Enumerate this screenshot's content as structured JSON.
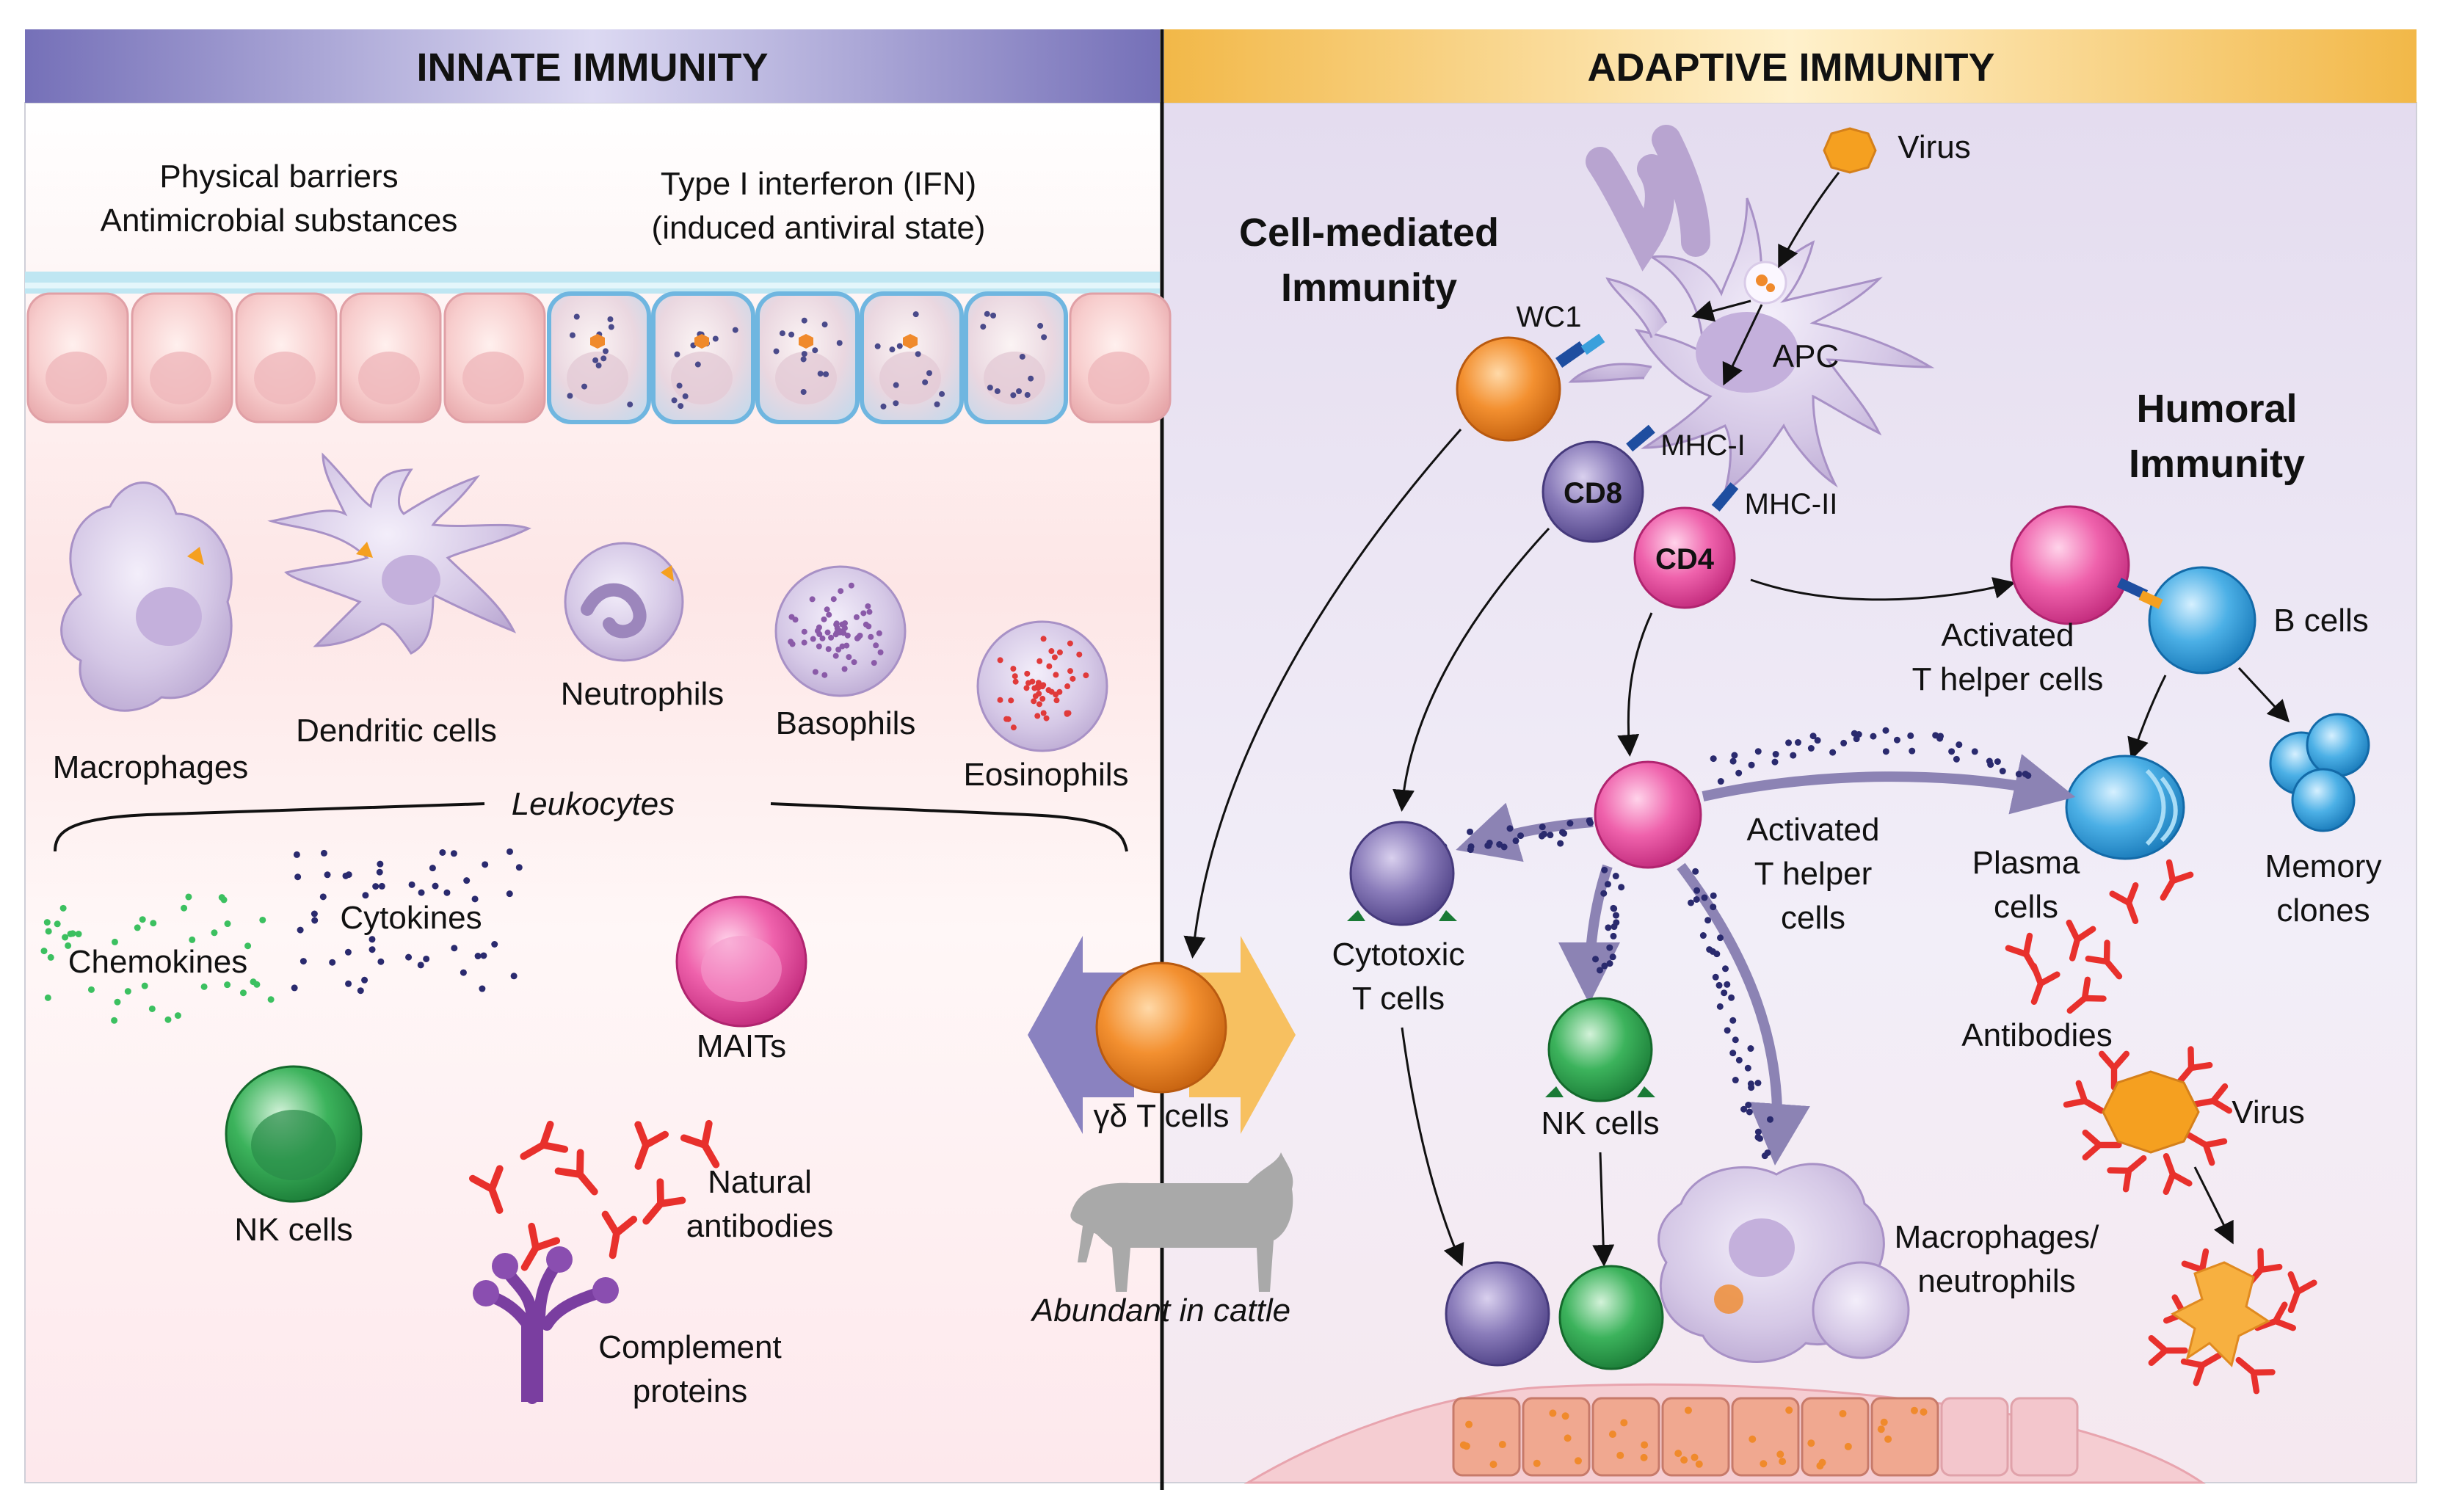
{
  "innate": {
    "title": "INNATE IMMUNITY",
    "barriers_line1": "Physical barriers",
    "barriers_line2": "Antimicrobial substances",
    "ifn_line1": "Type I interferon (IFN)",
    "ifn_line2": "(induced antiviral state)",
    "macrophages": "Macrophages",
    "dendritic": "Dendritic cells",
    "neutrophils": "Neutrophils",
    "basophils": "Basophils",
    "eosinophils": "Eosinophils",
    "leukocytes": "Leukocytes",
    "chemokines": "Chemokines",
    "cytokines": "Cytokines",
    "maits": "MAITs",
    "nk": "NK cells",
    "natural_ab_line1": "Natural",
    "natural_ab_line2": "antibodies",
    "complement_line1": "Complement",
    "complement_line2": "proteins"
  },
  "center": {
    "gd_t": "γδ T cells",
    "cattle": "Abundant in cattle"
  },
  "adaptive": {
    "title": "ADAPTIVE IMMUNITY",
    "virus_top": "Virus",
    "cell_mediated_line1": "Cell-mediated",
    "cell_mediated_line2": "Immunity",
    "wc1": "WC1",
    "apc": "APC",
    "mhc1": "MHC-I",
    "mhc2": "MHC-II",
    "cd8": "CD8",
    "cd4": "CD4",
    "humoral_line1": "Humoral",
    "humoral_line2": "Immunity",
    "activated_th_line1": "Activated",
    "activated_th_line2": "T helper cells",
    "b_cells": "B cells",
    "activated_th2_line1": "Activated",
    "activated_th2_line2": "T helper",
    "activated_th2_line3": "cells",
    "plasma_line1": "Plasma",
    "plasma_line2": "cells",
    "memory_line1": "Memory",
    "memory_line2": "clones",
    "cytotoxic_line1": "Cytotoxic",
    "cytotoxic_line2": "T cells",
    "nk": "NK cells",
    "antibodies": "Antibodies",
    "virus_mid": "Virus",
    "macro_neutro_line1": "Macrophages/",
    "macro_neutro_line2": "neutrophils"
  },
  "colors": {
    "innate_header": "#8a84c8",
    "adaptive_header": "#f5c060",
    "lavender_cell": "#c9b8dc",
    "orange_cell": "#f08a2c",
    "purple_cell": "#6a5a9e",
    "pink_cell": "#e8489a",
    "blue_cell": "#3aa0dc",
    "green_cell": "#2e9e4c",
    "antibody": "#e8302c",
    "dot_navy": "#2a2a6e"
  }
}
